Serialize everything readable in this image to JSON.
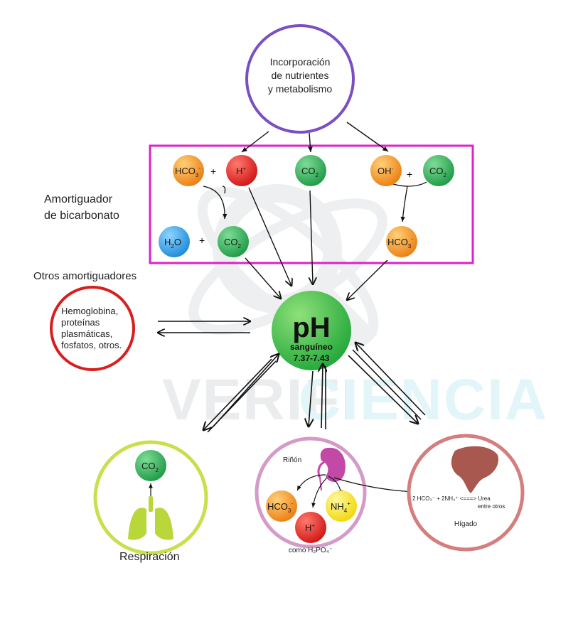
{
  "colors": {
    "purple": "#7b4fc4",
    "magenta": "#e020c8",
    "red": "#d81e1e",
    "green": "#2fa84a",
    "lime": "#c8e04c",
    "pink": "#d49ac8",
    "rose": "#d47e7e",
    "orange": "#f08a1c",
    "yellow": "#f5e21a",
    "blue": "#2b9be0"
  },
  "metabolism": {
    "text": "Incorporación\nde nutrientes\ny metabolismo"
  },
  "bicarbonate_label": "Amortiguador\nde bicarbonato",
  "other_buffers_label": "Otros amortiguadores",
  "other_buffers_text": "Hemoglobina,\nproteínas\nplasmáticas,\nfosfatos, otros.",
  "plus": "+",
  "molecules": {
    "hco3": {
      "main": "HCO",
      "sub": "3",
      "sup": "-"
    },
    "h": {
      "main": "H",
      "sup": "+"
    },
    "co2": {
      "main": "CO",
      "sub": "2"
    },
    "oh": {
      "main": "OH",
      "sup": "-"
    },
    "h2o": {
      "main": "H",
      "sub": "2",
      "tail": "O"
    },
    "nh4": {
      "main": "NH",
      "sub": "4",
      "sup": "+"
    }
  },
  "ph": {
    "title": "pH",
    "subtitle": "sanguíneo",
    "range": "7.37-7.43"
  },
  "watermark": {
    "part1": "VERIFI",
    "part2": "CIENCIA"
  },
  "respiration_label": "Respiración",
  "kidney_label": "Riñón",
  "kidney_note": "como H₂PO₄⁻",
  "liver_label": "Hígado",
  "liver_reaction": "2 HCO₃⁻ + 2NH₄⁺ <===> Urea",
  "liver_reaction2": "entre otros"
}
